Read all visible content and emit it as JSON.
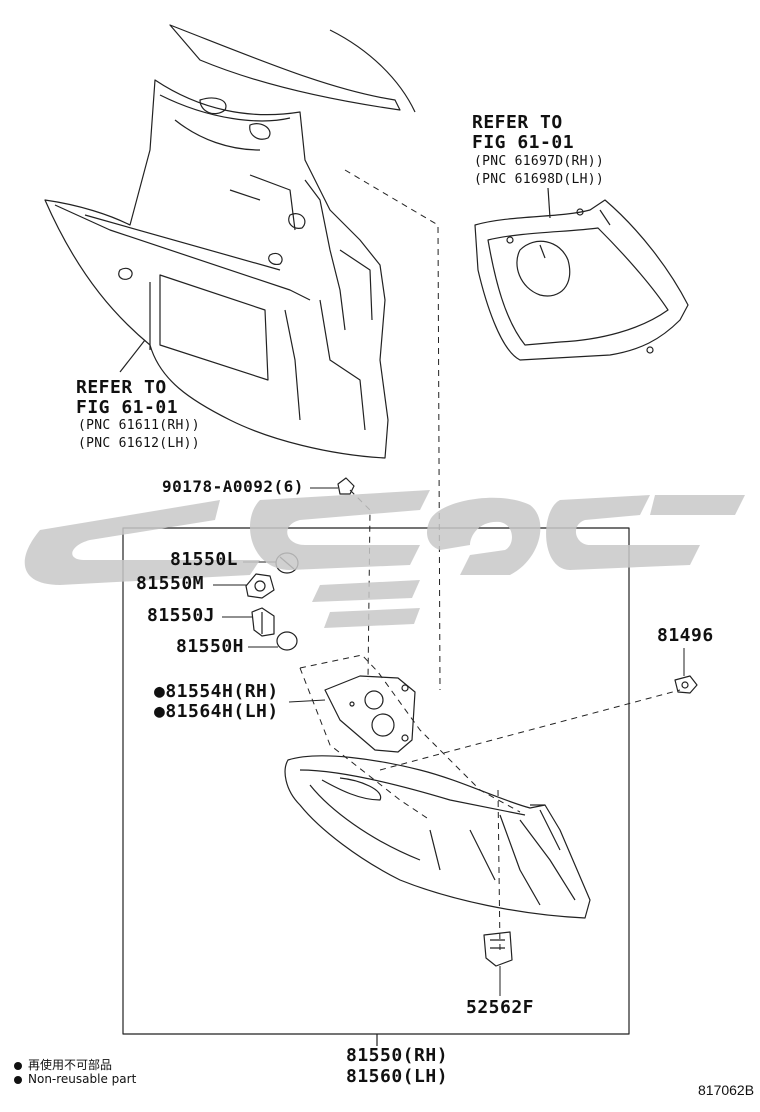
{
  "refs": {
    "upper_right": {
      "line1": "REFER TO",
      "line2": "FIG 61-01",
      "line3": "(PNC 61697D(RH))",
      "line4": "(PNC 61698D(LH))"
    },
    "left": {
      "line1": "REFER TO",
      "line2": "FIG 61-01",
      "line3": "(PNC 61611(RH))",
      "line4": "(PNC 61612(LH))"
    }
  },
  "parts": {
    "p90178": "90178-A0092(6)",
    "p81550L": "81550L",
    "p81550M": "81550M",
    "p81550J": "81550J",
    "p81550H": "81550H",
    "p81554H": "●81554H(RH)",
    "p81564H": "●81564H(LH)",
    "p81496": "81496",
    "p52562F": "52562F",
    "p81550": "81550(RH)",
    "p81560": "81560(LH)"
  },
  "legend": {
    "cn": "再使用不可部品",
    "en": "Non-reusable part"
  },
  "figure_code": "817062B",
  "watermark_color": "#c8c8c8"
}
